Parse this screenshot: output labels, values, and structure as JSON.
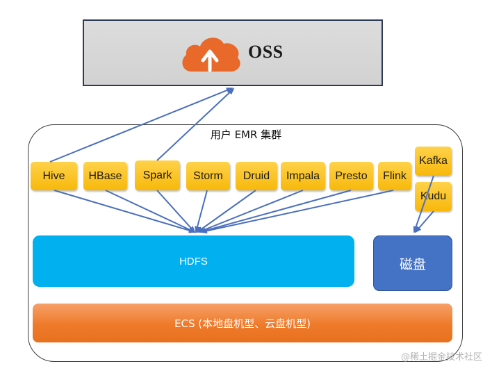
{
  "oss": {
    "label": "OSS",
    "icon": "cloud-upload-icon"
  },
  "cluster": {
    "title": "用户 EMR 集群"
  },
  "components": [
    {
      "name": "hive",
      "label": "Hive"
    },
    {
      "name": "hbase",
      "label": "HBase"
    },
    {
      "name": "spark",
      "label": "Spark"
    },
    {
      "name": "storm",
      "label": "Storm"
    },
    {
      "name": "druid",
      "label": "Druid"
    },
    {
      "name": "impala",
      "label": "Impala"
    },
    {
      "name": "presto",
      "label": "Presto"
    },
    {
      "name": "flink",
      "label": "Flink"
    },
    {
      "name": "kafka",
      "label": "Kafka"
    },
    {
      "name": "kudu",
      "label": "Kudu"
    }
  ],
  "storage": {
    "hdfs": "HDFS",
    "disk": "磁盘"
  },
  "compute": {
    "ecs": "ECS (本地盘机型、云盘机型)"
  },
  "watermark": "@稀土掘金技术社区",
  "colors": {
    "component": "#f7b80a",
    "hdfs": "#00b0ef",
    "disk": "#4472c4",
    "ecs": "#ee7a2a",
    "oss_logo": "#e8692a",
    "arrow": "#4a6fbe"
  }
}
